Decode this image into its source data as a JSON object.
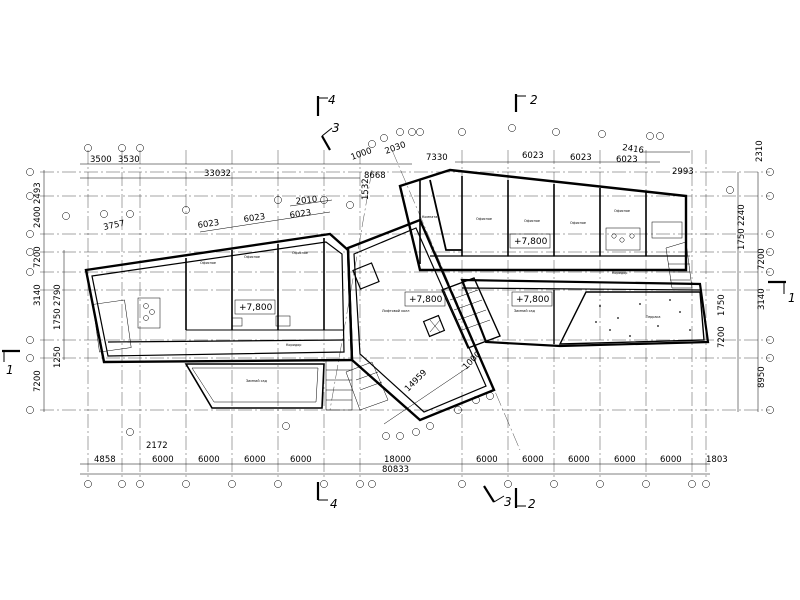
{
  "dimensions": {
    "top_row1": [
      "3500",
      "3530",
      "1000",
      "2030",
      "7330",
      "6023",
      "6023",
      "6023",
      "2416"
    ],
    "top_row2": [
      "33032",
      "8668",
      "2310"
    ],
    "top_inner": [
      "2010",
      "6023",
      "6023",
      "6023",
      "3757",
      "1532",
      "2993"
    ],
    "left_col": [
      "2493",
      "2400",
      "3140",
      "2790",
      "1750",
      "1250",
      "7200",
      "7200"
    ],
    "right_col": [
      "1750",
      "2240",
      "7200",
      "1750",
      "3140",
      "7200",
      "8950"
    ],
    "bottom_row1": [
      "4858",
      "2172",
      "6000",
      "6000",
      "6000",
      "6000",
      "18000",
      "6000",
      "6000",
      "6000",
      "6000",
      "6000",
      "1803"
    ],
    "bottom_total": "80833",
    "diagonal": [
      "14959",
      "1000"
    ]
  },
  "elevations": [
    "+7,800",
    "+7,800",
    "+7,800",
    "+7,800"
  ],
  "sections": {
    "s1_left": "1",
    "s1_right": "1",
    "s2_top": "2",
    "s2_bottom": "2",
    "s3_top": "3",
    "s3_bottom": "3",
    "s4_top": "4",
    "s4_bottom": "4"
  }
}
